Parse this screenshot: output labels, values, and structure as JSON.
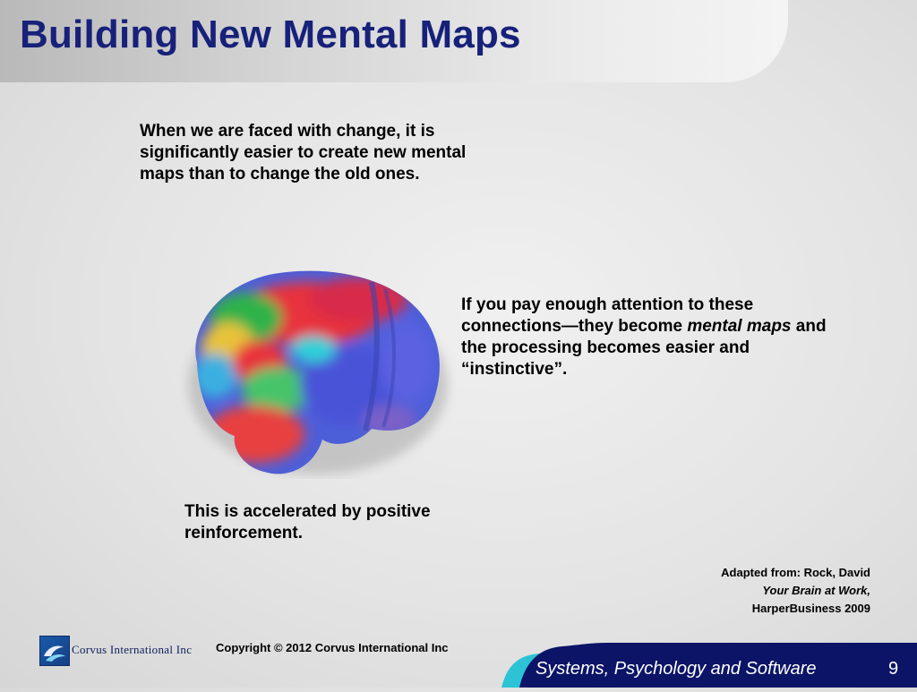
{
  "slide": {
    "title": "Building New Mental Maps",
    "page_number": "9"
  },
  "body": {
    "paragraph_1": "When we are faced with change, it is significantly easier to create new mental maps than to change the old ones.",
    "paragraph_2_before": "If you pay enough attention to these connections—they become ",
    "paragraph_2_emphasis": "mental maps",
    "paragraph_2_after": " and the processing becomes easier and “instinctive”.",
    "paragraph_3": "This is accelerated by positive reinforcement."
  },
  "citation": {
    "line_1": "Adapted from: Rock, David",
    "line_2": "Your Brain at Work,",
    "line_3": "HarperBusiness 2009"
  },
  "footer": {
    "logo_text": "Corvus International Inc",
    "copyright": "Copyright © 2012 Corvus International Inc",
    "tagline": "Systems, Psychology and Software"
  },
  "colors": {
    "title": "#17217a",
    "footer_band": "#0b1466",
    "footer_accent": "#2cc3d6"
  },
  "icons": {
    "logo": "corvus-logo-icon",
    "image": "brain-heatmap-image"
  }
}
